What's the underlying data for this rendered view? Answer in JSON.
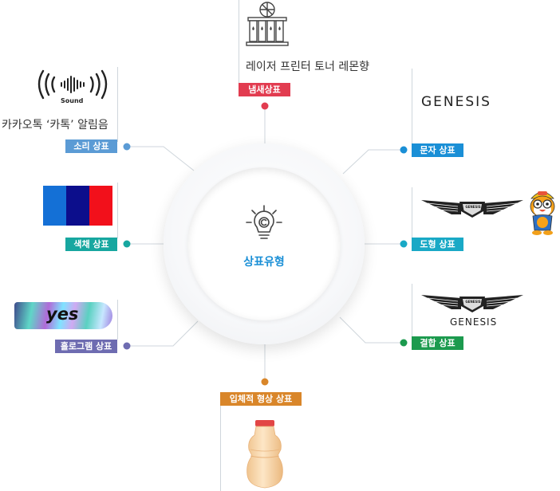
{
  "center": {
    "label": "상표유형",
    "icon": "lightbulb-copyright-icon",
    "color": "#1a8fd6"
  },
  "types": {
    "scent": {
      "tag": "냄새상표",
      "caption": "레이저 프린터 토너 레몬향",
      "color": "#e23c50",
      "icon": "printer-lemon-icon"
    },
    "sound": {
      "tag": "소리 상표",
      "caption": "카카오톡 ‘카톡’ 알림음",
      "sound_word": "Sound",
      "color": "#5b9bd5",
      "icon": "sound-wave-icon"
    },
    "color": {
      "tag": "색채 상표",
      "color": "#17a7a0",
      "swatches": [
        "#1470d6",
        "#0c0e8c",
        "#f2101b"
      ]
    },
    "hologram": {
      "tag": "홀로그램 상표",
      "logo_text": "yes",
      "color": "#6e6cb1"
    },
    "letter": {
      "tag": "문자 상표",
      "wordmark": "GENESIS",
      "color": "#1a8fd6"
    },
    "figure": {
      "tag": "도형 상표",
      "emblem_text": "GENESIS",
      "color": "#19a9c6",
      "icon": "penguin-character-icon"
    },
    "combined": {
      "tag": "결합 상표",
      "emblem_text": "GENESIS",
      "wordmark": "GENESIS",
      "color": "#1c9a4e"
    },
    "shape3d": {
      "tag": "입체적 형상 상표",
      "color": "#d9862a",
      "icon": "yogurt-bottle-icon"
    }
  }
}
